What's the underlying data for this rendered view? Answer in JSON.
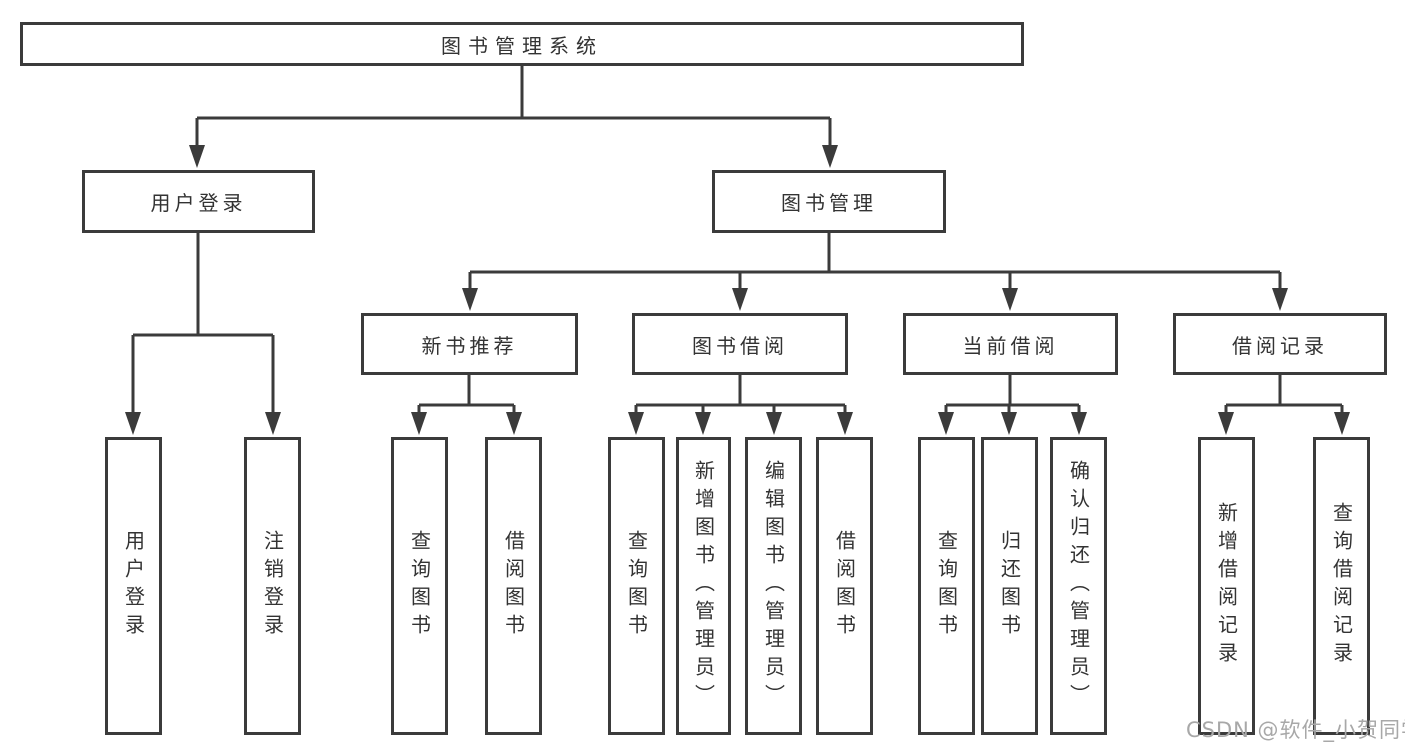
{
  "diagram": {
    "root": {
      "label": "图书管理系统"
    },
    "branches": [
      {
        "label": "用户登录",
        "children": [
          {
            "label": "用户登录"
          },
          {
            "label": "注销登录"
          }
        ]
      },
      {
        "label": "图书管理",
        "children": [
          {
            "label": "新书推荐",
            "children": [
              {
                "label": "查询图书"
              },
              {
                "label": "借阅图书"
              }
            ]
          },
          {
            "label": "图书借阅",
            "children": [
              {
                "label": "查询图书"
              },
              {
                "label": "新增图书（管理员）"
              },
              {
                "label": "编辑图书（管理员）"
              },
              {
                "label": "借阅图书"
              }
            ]
          },
          {
            "label": "当前借阅",
            "children": [
              {
                "label": "查询图书"
              },
              {
                "label": "归还图书"
              },
              {
                "label": "确认归还（管理员）"
              }
            ]
          },
          {
            "label": "借阅记录",
            "children": [
              {
                "label": "新增借阅记录"
              },
              {
                "label": "查询借阅记录"
              }
            ]
          }
        ]
      }
    ],
    "watermark": {
      "text": "CSDN @软件_小贺同学"
    },
    "colors": {
      "line": "#3b3b3b",
      "text": "#333333",
      "watermark": "#a8a8a8",
      "background": "#ffffff"
    }
  }
}
